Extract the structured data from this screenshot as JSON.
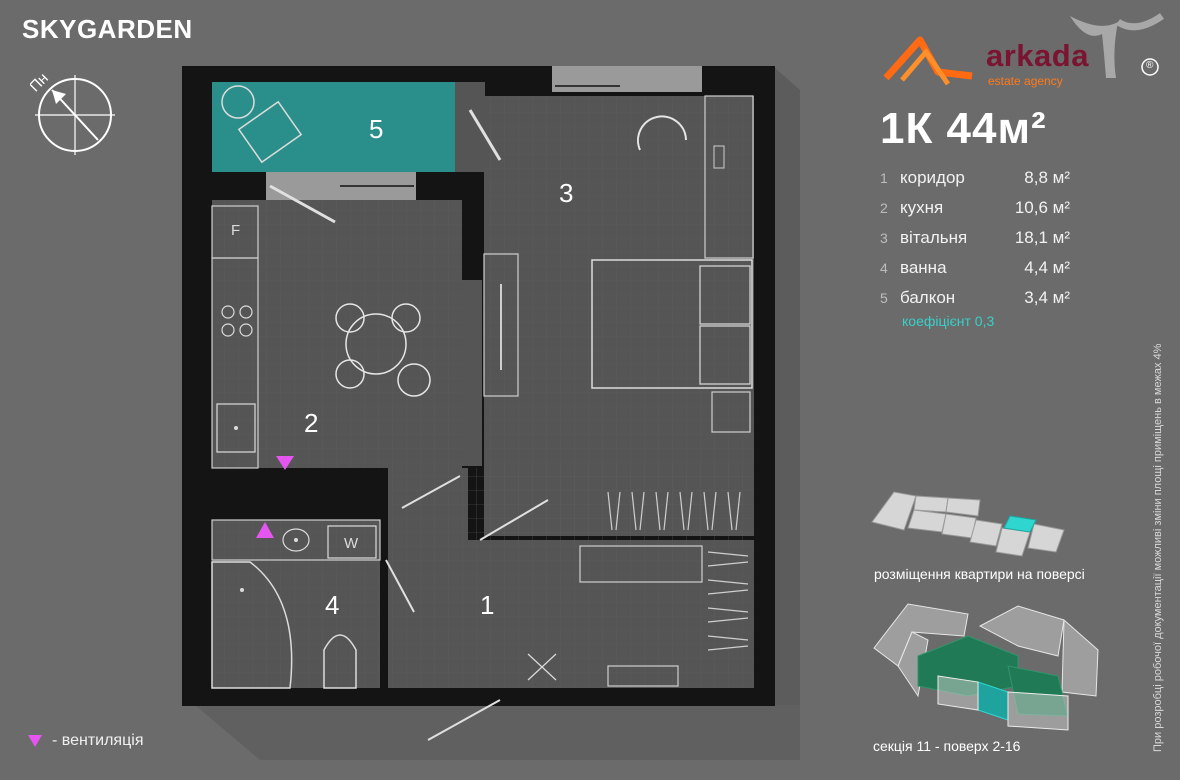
{
  "brand": "SKYGARDEN",
  "compass_label": "Пн",
  "logo": {
    "name": "arkada",
    "sub": "estate agency",
    "registered": "®"
  },
  "apartment_title": "1К 44м²",
  "rooms": [
    {
      "num": "1",
      "name": "коридор",
      "area": "8,8 м²"
    },
    {
      "num": "2",
      "name": "кухня",
      "area": "10,6 м²"
    },
    {
      "num": "3",
      "name": "вітальня",
      "area": "18,1 м²"
    },
    {
      "num": "4",
      "name": "ванна",
      "area": "4,4 м²"
    },
    {
      "num": "5",
      "name": "балкон",
      "area": "3,4 м²"
    }
  ],
  "balcony_coefficient": "коефіцієнт 0,3",
  "plan_labels": {
    "r1": "1",
    "r2": "2",
    "r3": "3",
    "r4": "4",
    "r5": "5"
  },
  "appliances": {
    "fridge": "F",
    "washer": "W"
  },
  "floor_location_caption": "розміщення квартири на поверсі",
  "section_caption": "секція 11 - поверх 2-16",
  "vent_legend": "- вентиляція",
  "side_note": "При розробці робочої документації можливі зміни площі приміщень в межах 4%",
  "colors": {
    "background": "#6b6b6b",
    "wall": "#141414",
    "balcony": "#2a8f8a",
    "highlight": "#2fd6cf",
    "vent": "#e556f0",
    "building_green": "#1f7a55"
  }
}
